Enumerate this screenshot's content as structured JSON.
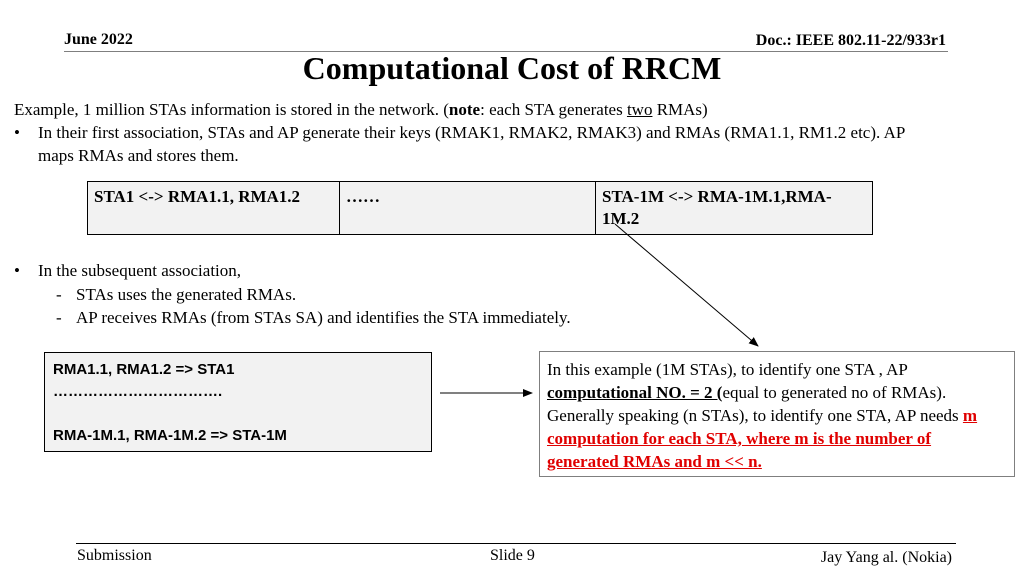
{
  "header": {
    "date": "June 2022",
    "doc": "Doc.: IEEE 802.11-22/933r1"
  },
  "title": "Computational Cost of RRCM",
  "intro": {
    "prefix": "Example, 1 million STAs information is stored in the network. (",
    "note_bold": "note",
    "mid": ": each STA generates ",
    "underlined": "two",
    "suffix": " RMAs)"
  },
  "bullet1": {
    "line1": "In their first association, STAs and AP generate their keys (RMAK1, RMAK2, RMAK3) and RMAs (RMA1.1, RM1.2 etc). AP",
    "line2": "maps RMAs and stores them."
  },
  "map_table": {
    "cells": [
      "STA1 <-> RMA1.1, RMA1.2",
      "……",
      "STA-1M <-> RMA-1M.1,RMA-1M.2"
    ]
  },
  "bullet2": {
    "main": "In the subsequent association,",
    "sub1": "STAs uses the generated RMAs.",
    "sub2": "AP receives RMAs (from STAs SA) and identifies the STA immediately."
  },
  "lookup_box": {
    "line1": "RMA1.1, RMA1.2 => STA1",
    "line2": "…………………………….",
    "line3": "RMA-1M.1, RMA-1M.2 => STA-1M"
  },
  "explain_box": {
    "p1": "In this example (1M STAs), to identify one STA , AP ",
    "p2_bold_ul": "computational NO. = 2 (",
    "p3": "equal to generated no of RMAs). Generally speaking (n STAs), to identify one STA, AP needs ",
    "p4_red": "m computation for each STA, where m is the number of generated RMAs and m << n."
  },
  "footer": {
    "left": "Submission",
    "center": "Slide 9",
    "right": "Jay Yang al. (Nokia)"
  }
}
